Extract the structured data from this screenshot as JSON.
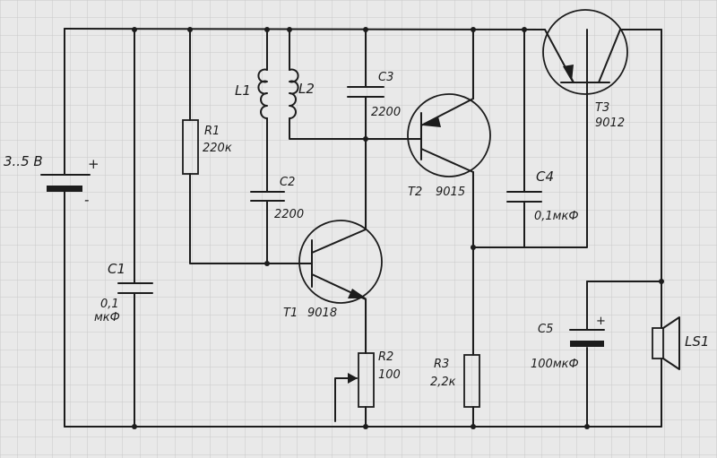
{
  "components": {
    "battery": {
      "voltage": "3..5 В",
      "plus": "+",
      "minus": "-"
    },
    "r1": {
      "ref": "R1",
      "value": "220к"
    },
    "r2": {
      "ref": "R2",
      "value": "100"
    },
    "r3": {
      "ref": "R3",
      "value": "2,2к"
    },
    "l1": {
      "ref": "L1"
    },
    "l2": {
      "ref": "L2"
    },
    "c1": {
      "ref": "C1",
      "value_line1": "0,1",
      "value_line2": "мкФ"
    },
    "c2": {
      "ref": "C2",
      "value": "2200"
    },
    "c3": {
      "ref": "C3",
      "value": "2200"
    },
    "c4": {
      "ref": "C4",
      "value": "0,1мкФ"
    },
    "c5": {
      "ref": "C5",
      "value": "100мкФ",
      "plus": "+"
    },
    "t1": {
      "ref": "T1",
      "part": "9018"
    },
    "t2": {
      "ref": "T2",
      "part": "9015"
    },
    "t3": {
      "ref": "T3",
      "part": "9012"
    },
    "ls1": {
      "ref": "LS1"
    }
  },
  "colors": {
    "ink": "#1c1c1c",
    "paper": "#e9e9e9",
    "grid": "#c9c9c9"
  }
}
